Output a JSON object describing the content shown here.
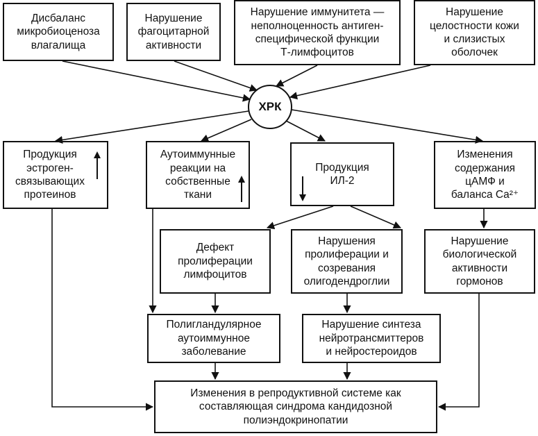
{
  "center": "ХРК",
  "top_causes": [
    "Дисбаланс\nмикробиоценоза\nвлагалища",
    "Нарушение\nфагоцитарной\nактивности",
    "Нарушение иммунитета —\nнеполноценность антиген-\nспецифической функции\nТ-лимфоцитов",
    "Нарушение\nцелостности кожи\nи слизистых\nоболочек"
  ],
  "effects": [
    "Продукция\nэстроген-\nсвязывающих\nпротеинов",
    "Аутоиммунные\nреакции на\nсобственные\nткани",
    "Продукция\nИЛ-2",
    "Изменения\nсодержания\nцАМФ и\nбаланса Ca²⁺"
  ],
  "second_level": [
    "Дефект\nпролиферации\nлимфоцитов",
    "Нарушения\nпролиферации и\nсозревания\nолигодендроглии",
    "Нарушение\nбиологической\nактивности\nгормонов"
  ],
  "third_level": [
    "Полигландулярное\nаутоиммунное\nзаболевание",
    "Нарушение синтеза\nнейротрансмиттеров\nи нейростероидов"
  ],
  "bottom": "Изменения в репродуктивной системе как\nсоставляющая синдрома кандидозной\nполиэндокринопатии",
  "trend_indicators": [
    "up-arrow-icon",
    "up-arrow-icon",
    "down-arrow-icon"
  ]
}
